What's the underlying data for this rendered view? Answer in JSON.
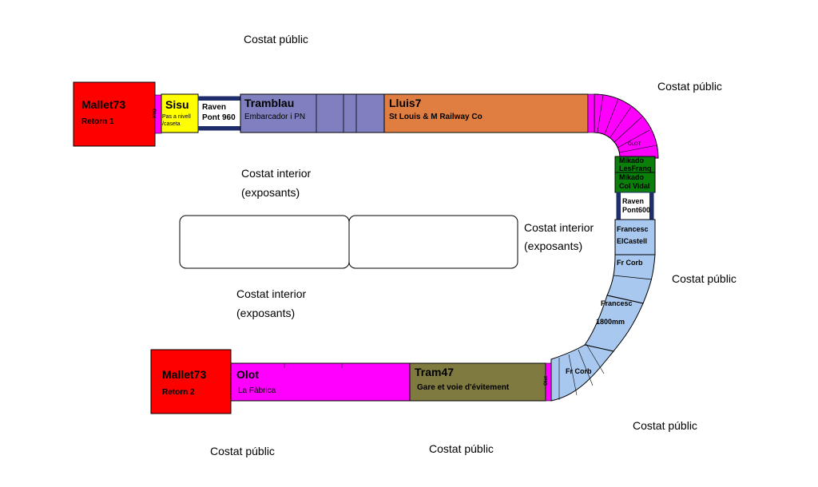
{
  "colors": {
    "red": "#ff0000",
    "yellow": "#ffff00",
    "navy": "#1f2d6b",
    "lavender": "#8080c0",
    "orange": "#e07d40",
    "magenta": "#ff00ff",
    "green": "#0a7f0a",
    "lightblue": "#a9c8ef",
    "olive": "#7f7a40"
  },
  "labels": {
    "costat_public": "Costat públic",
    "costat_interior": "Costat interior",
    "exposants": "(exposants)"
  },
  "modules": {
    "mallet1": {
      "name": "Mallet73",
      "sub": "Retorn 1"
    },
    "mallet2": {
      "name": "Mallet73",
      "sub": "Retorn 2"
    },
    "sisu": {
      "name": "Sisu",
      "sub1": "Pas a nivell",
      "sub2": "/caseta"
    },
    "raven1": {
      "name": "Raven",
      "sub": "Pont 960"
    },
    "tramblau": {
      "name": "Tramblau",
      "sub": "Embarcador i PN"
    },
    "lluis7": {
      "name": "Lluis7",
      "sub": "St Louis & M Railway Co"
    },
    "olot_small_1": "Olot",
    "olot_curve": "OLOT",
    "mikado1": {
      "name": "Mikado",
      "sub": "LesFranq"
    },
    "mikado2": {
      "name": "Mikado",
      "sub": "Col Vidal"
    },
    "raven2": {
      "name": "Raven",
      "sub": "Pont600"
    },
    "francesc1": {
      "name": "Francesc",
      "sub": "ElCastell"
    },
    "frcorb1": "Fr Corb",
    "francesc2": {
      "name": "Francesc",
      "sub": "1800mm"
    },
    "frcorb2": "Fr Corb",
    "olot": {
      "name": "Olot",
      "sub": "La Fàbrica"
    },
    "tram47": {
      "name": "Tram47",
      "sub": "Gare et voie d'évitement"
    },
    "olot_small_2": "Olot"
  }
}
